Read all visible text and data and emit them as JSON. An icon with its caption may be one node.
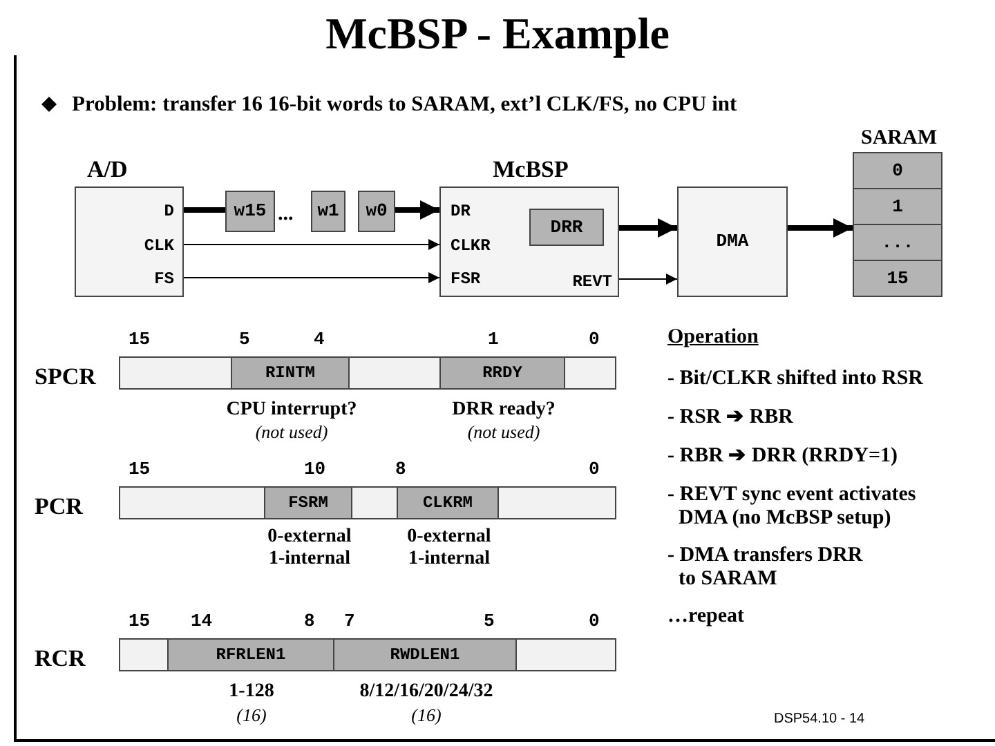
{
  "diagram": {
    "title": "McBSP - Example",
    "nodes": [
      {
        "text": [
          "A/D",
          "D",
          "CLK",
          "FS"
        ]
      },
      {
        "text": [
          "w15"
        ]
      },
      {
        "text": [
          "w1"
        ]
      },
      {
        "text": [
          "w0"
        ]
      },
      {
        "text": [
          "McBSP",
          "DR",
          "CLKR",
          "FSR",
          "REVT"
        ]
      },
      {
        "text": [
          "DRR"
        ],
        "in": 4
      },
      {
        "text": [
          "DMA"
        ]
      },
      {
        "text": [
          "SARAM"
        ]
      },
      {
        "text": [
          "0"
        ],
        "in": 7
      },
      {
        "text": [
          "1"
        ],
        "in": 7
      },
      {
        "text": [
          "..."
        ],
        "in": 7
      },
      {
        "text": [
          "15"
        ],
        "in": 7
      },
      {
        "text": [
          "SPCR"
        ]
      },
      {
        "text": [
          "RINTM"
        ],
        "in": 12,
        "beside": [
          "CPU interrupt?",
          "(not used)"
        ]
      },
      {
        "text": [
          "RRDY"
        ],
        "in": 12,
        "beside": [
          "DRR ready?",
          "(not used)"
        ]
      },
      {
        "text": [
          "PCR"
        ]
      },
      {
        "text": [
          "FSRM"
        ],
        "in": 15,
        "beside": [
          "0-external 1-internal"
        ]
      },
      {
        "text": [
          "CLKRM"
        ],
        "in": 15,
        "beside": [
          "0-external 1-internal"
        ]
      },
      {
        "text": [
          "RCR"
        ]
      },
      {
        "text": [
          "RFRLEN1"
        ],
        "in": 18,
        "beside": [
          "1-128",
          "(16)"
        ]
      },
      {
        "text": [
          "RWDLEN1"
        ],
        "in": 18,
        "beside": [
          "8/12/16/20/24/32",
          "(16)"
        ]
      }
    ],
    "edges": [
      {
        "from": 0,
        "to": 1,
        "arrow": "none"
      },
      {
        "from": 3,
        "to": 4,
        "arrow": "to"
      },
      {
        "from": 0,
        "to": 4,
        "arrow": "to"
      },
      {
        "from": 0,
        "to": 4,
        "arrow": "to"
      },
      {
        "from": 5,
        "to": 6,
        "arrow": "to"
      },
      {
        "from": 4,
        "to": 6,
        "arrow": "to"
      },
      {
        "from": 6,
        "to": 7,
        "arrow": "to"
      }
    ],
    "labels": [
      "Problem: transfer 16 16-bit words to SARAM, ext’l CLK/FS, no CPU int",
      "...",
      "15",
      "5",
      "4",
      "1",
      "0",
      "15",
      "10",
      "8",
      "0",
      "15",
      "14",
      "8",
      "7",
      "5",
      "0",
      "Operation",
      "- Bit/CLKR shifted into RSR",
      "- RSR ➔ RBR",
      "- RBR ➔ DRR (RRDY=1)",
      "- REVT sync event activates DMA (no McBSP setup)",
      "- DMA transfers DRR to SARAM",
      "…repeat",
      "DSP54.10 - 14"
    ]
  }
}
